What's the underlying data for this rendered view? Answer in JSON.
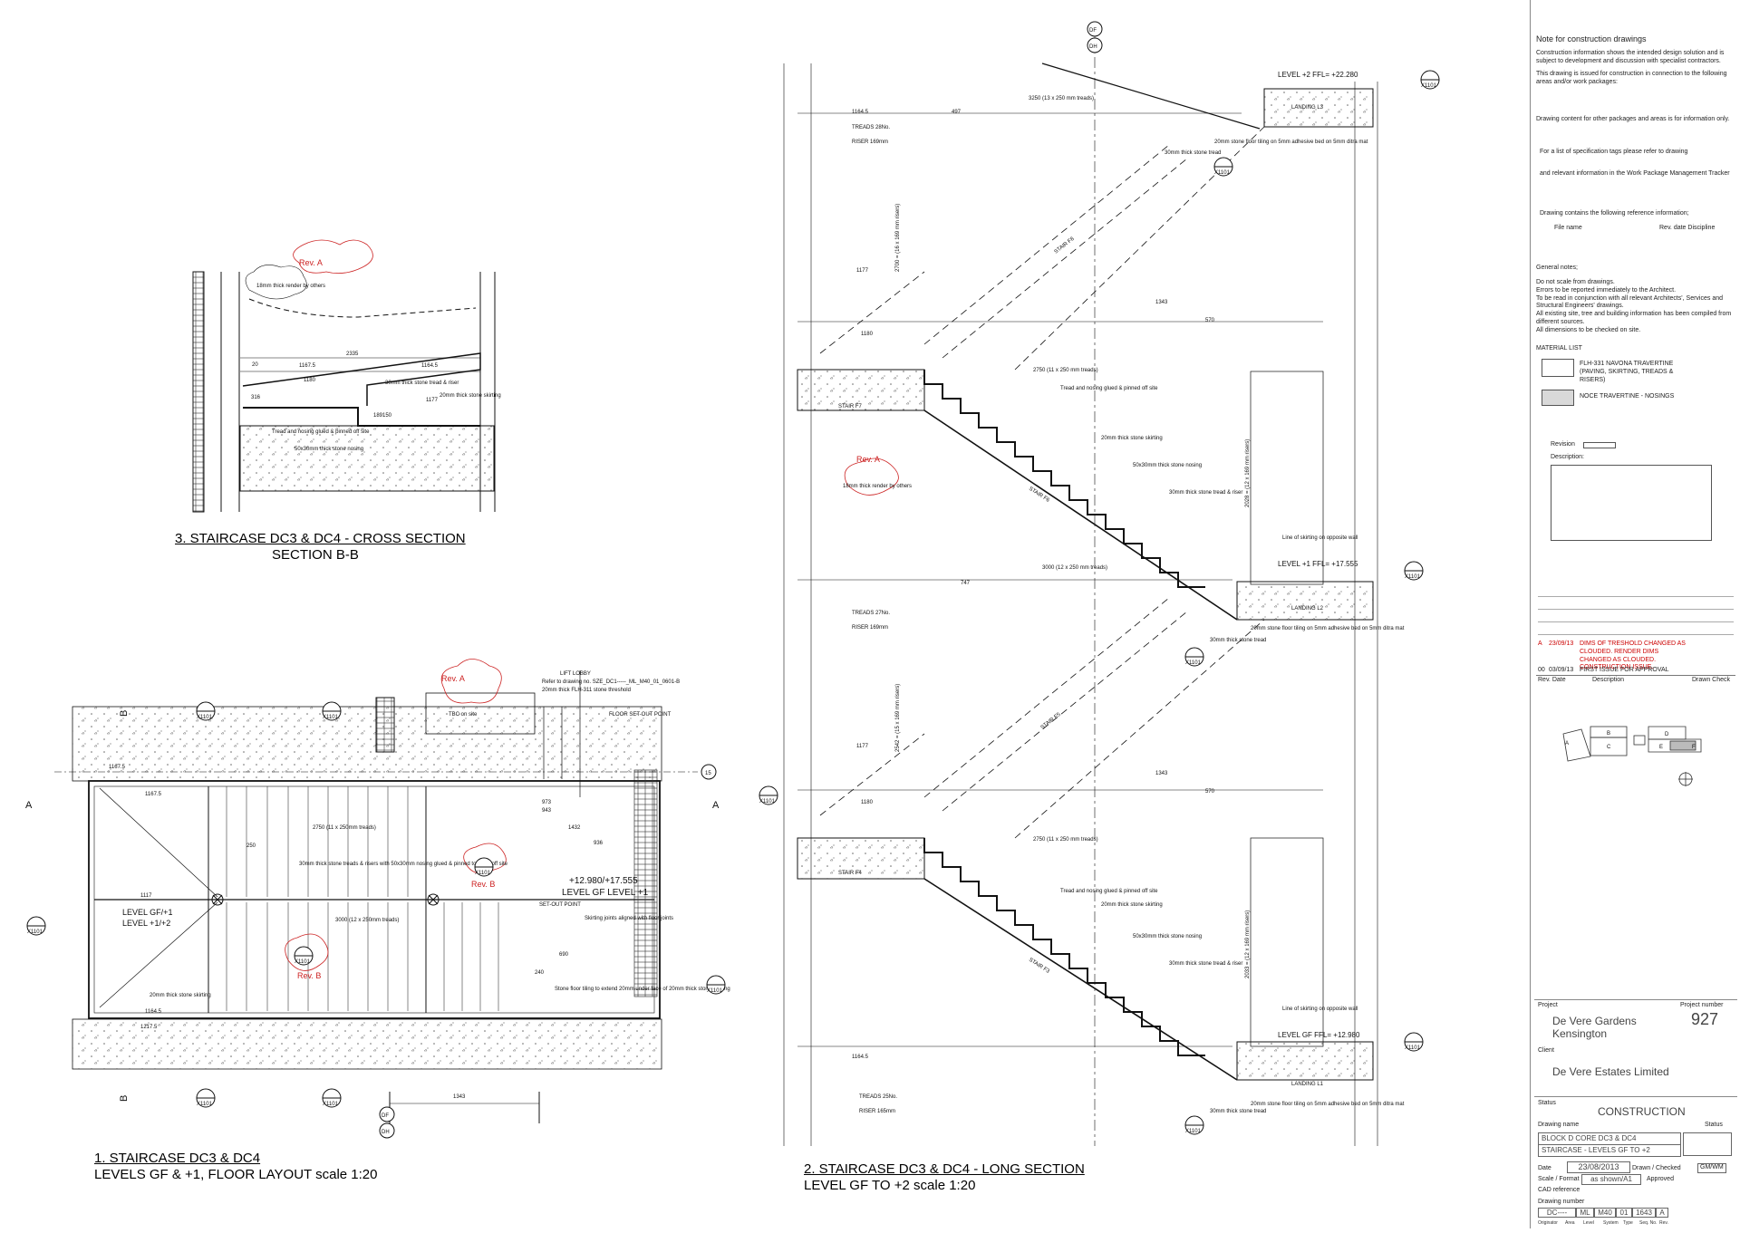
{
  "drawings": {
    "cross_section": {
      "title": "3. STAIRCASE DC3 & DC4 - CROSS SECTION",
      "subtitle": "SECTION B-B",
      "rev_tag": "Rev. A",
      "notes": [
        "18mm thick render by others",
        "30mm thick stone tread & riser",
        "20mm thick stone skirting",
        "Tread and nosing glued & pinned off site",
        "50x30mm thick stone nosing"
      ],
      "dims": [
        "2335",
        "1167.5",
        "1164.5",
        "1180",
        "1177",
        "20",
        "316",
        "189",
        "150"
      ]
    },
    "floor_layout": {
      "title": "1. STAIRCASE DC3 & DC4",
      "subtitle": "LEVELS GF & +1, FLOOR LAYOUT scale 1:20",
      "rev_tags": [
        "Rev. A",
        "Rev. B",
        "Rev. B"
      ],
      "notes": [
        "LIFT LOBBY",
        "Refer to drawing no. SZE_DC1-----_ML_M40_01_0601-B",
        "20mm thick FLH-311 stone threshold",
        "FLOOR SET-OUT POINT",
        "30mm thick stone treads & risers with 50x30mm nosing glued & pinned to tread off site",
        "Skirting joints aligned with floor joints",
        "Stone floor tiling to extend 20mm under face of 20mm thick stone skirting",
        "20mm thick stone skirting",
        "SET-OUT POINT",
        "TBC on site",
        "LEVEL GF/+1",
        "LEVEL +1/+2",
        "+12.980/+17.555",
        "LEVEL GF  LEVEL +1"
      ],
      "dims": [
        "1167.5",
        "1167.5",
        "1164.5",
        "2750 (11 x 250mm treads)",
        "3000 (12 x 250mm treads)",
        "1432",
        "936",
        "1343",
        "1217.5",
        "1117",
        "690",
        "240",
        "250",
        "973",
        "943"
      ],
      "section_marks": [
        "A",
        "A",
        "B",
        "B"
      ],
      "callouts": [
        "X1101",
        "X1101",
        "X1101",
        "X1101",
        "X1101",
        "X1101",
        "X1101",
        "X1101"
      ],
      "grid_marks": [
        "DF",
        "DH",
        "15"
      ]
    },
    "long_section": {
      "title": "2. STAIRCASE DC3 & DC4 - LONG SECTION",
      "subtitle": "LEVEL GF TO +2 scale 1:20",
      "rev_tag": "Rev. A",
      "levels": [
        "LEVEL +2 FFL= +22.280",
        "LEVEL +1 FFL= +17.555",
        "LEVEL GF FFL= +12.980"
      ],
      "landings": [
        "LANDING L3",
        "LANDING L2",
        "LANDING L1"
      ],
      "stairs": [
        "STAIR F8",
        "STAIR F7",
        "STAIR F6",
        "STAIR F5",
        "STAIR F4",
        "STAIR F3"
      ],
      "tags": [
        "TREADS 28No.",
        "RISER 169mm",
        "TREADS 27No.",
        "RISER 169mm",
        "TREADS 25No.",
        "RISER 165mm"
      ],
      "notes": [
        "30mm thick stone tread",
        "20mm stone floor tiling on 5mm adhesive bed on 5mm ditra mat",
        "Tread and nosing glued & pinned off site",
        "20mm thick stone skirting",
        "50x30mm thick stone nosing",
        "30mm thick stone tread & riser",
        "Line of skirting on opposite wall",
        "18mm thick render by others"
      ],
      "dims": [
        "3250 (13 x 250 mm treads)",
        "2750 (11 x 250 mm treads)",
        "3000 (12 x 250 mm treads)",
        "2750 (11 x 250 mm treads)",
        "1164.5",
        "497",
        "1343",
        "570",
        "1177",
        "1180",
        "747",
        "2700 = (16 x 169 mm risers)",
        "2028 = (12 x 169 mm risers)",
        "2542 = (15 x 169 mm risers)",
        "2033 = (12 x 169 mm risers)"
      ],
      "grid_marks": [
        "DF",
        "DH"
      ],
      "callouts": [
        "X1101",
        "X1101",
        "X1101",
        "X1101",
        "X1101",
        "X1101",
        "X1101"
      ]
    }
  },
  "title_block": {
    "note_heading": "Note for construction drawings",
    "note_text": [
      "Construction information shows the intended design solution and is subject to development and discussion with specialist contractors.",
      "This drawing is issued for construction in connection to the following areas and/or work packages:"
    ],
    "other_packages": "Drawing content for other packages and areas is for information only.",
    "spec_ref": "For a list of specification tags please refer to drawing",
    "wp_ref": "and relevant information in the Work Package Management Tracker",
    "ref_info": "Drawing contains the following reference information;",
    "ref_cols": [
      "File name",
      "Rev. date  Discipline"
    ],
    "general_notes_heading": "General notes;",
    "general_notes": [
      "Do not scale from drawings.",
      "Errors to be reported immediately to the Architect.",
      "To be read in conjunction with all relevant Architects', Services and Structural Engineers' drawings.",
      "All existing site, tree and building information has been compiled from different sources.",
      "All dimensions to be checked on site."
    ],
    "material_heading": "MATERIAL LIST",
    "materials": [
      "FLH-331 NAVONA TRAVERTINE (PAVING, SKIRTING, TREADS & RISERS)",
      "NOCE TRAVERTINE - NOSINGS"
    ],
    "revision_label": "Revision",
    "description_label": "Description:",
    "revisions": [
      {
        "rev": "A",
        "date": "23/09/13",
        "text": "DIMS OF TRESHOLD CHANGED AS CLOUDED. RENDER DIMS CHANGED AS CLOUDED. CONSTRUCTION ISSUE."
      },
      {
        "rev": "00",
        "date": "03/09/13",
        "text": "FIRST ISSUE FOR APPROVAL"
      }
    ],
    "rev_cols": [
      "Rev. Date",
      "Description",
      "Drawn  Check"
    ],
    "key_plan_labels": [
      "A",
      "B",
      "C",
      "D",
      "E",
      "F"
    ],
    "project_label": "Project",
    "project_number_label": "Project number",
    "project_name": [
      "De Vere Gardens",
      "Kensington"
    ],
    "project_number": "927",
    "client_label": "Client",
    "client": "De Vere Estates Limited",
    "status_label": "Status",
    "status": "CONSTRUCTION",
    "drawing_name_label": "Drawing name",
    "drawing_status_label": "Status",
    "drawing_name": [
      "BLOCK D CORE DC3 & DC4",
      "STAIRCASE - LEVELS GF TO +2"
    ],
    "date_label": "Date",
    "date": "23/08/2013",
    "drawn_checked_label": "Drawn / Checked",
    "drawn_checked": "GM/WM",
    "scale_label": "Scale / Format",
    "scale": "as shown/A1",
    "approved_label": "Approved",
    "cad_label": "CAD reference",
    "drawing_number_label": "Drawing number",
    "drawing_number": [
      "DC----",
      "ML",
      "M40",
      "01",
      "1643",
      "A"
    ],
    "number_cols": [
      "Originator",
      "Area",
      "Level",
      "System",
      "Type",
      "Seq. No.",
      "Rev."
    ]
  },
  "colors": {
    "line": "#111111",
    "hatch": "#555555",
    "rev_red": "#cc2222",
    "panel_fill": "#d9d9d9"
  }
}
